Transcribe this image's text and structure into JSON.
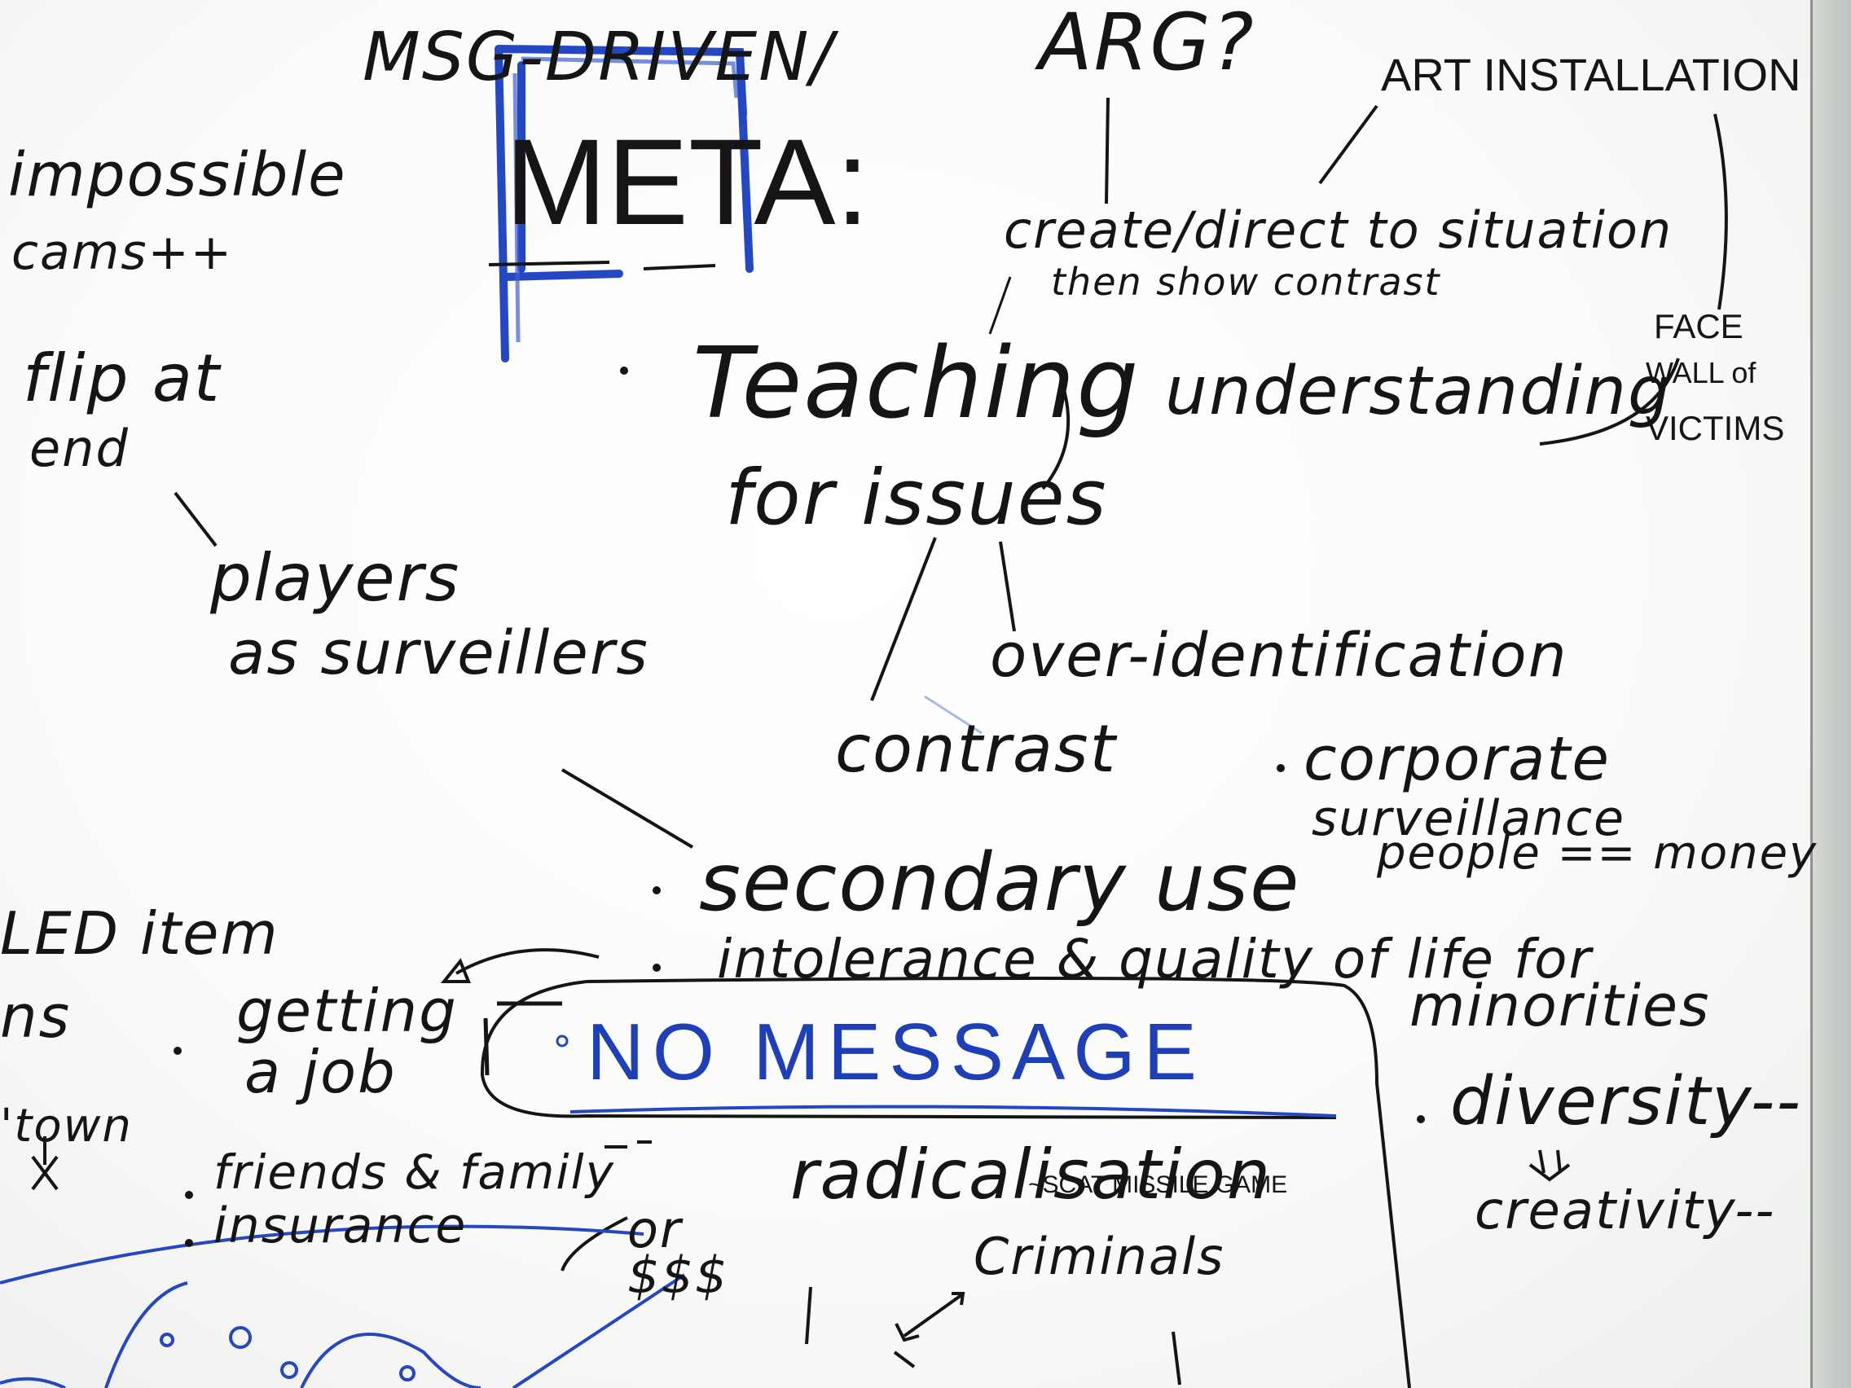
{
  "whiteboard": {
    "top": {
      "msg_driven": "MSG-DRIVEN/",
      "arg": "ARG?",
      "art_installation": "ART INSTALLATION",
      "meta": "META:"
    },
    "left_column": {
      "impossible_cams_1": "impossible",
      "impossible_cams_2": "cams++",
      "flip_at_end_1": "flip at",
      "flip_at_end_2": "end",
      "players_as_surveillers_1": "players",
      "players_as_surveillers_2": "as surveillers"
    },
    "top_right": {
      "create_direct": "create/direct to situation",
      "then_show_contrast": "then show contrast",
      "face_wall_1": "FACE",
      "face_wall_2": "WALL of",
      "face_wall_3": "VICTIMS"
    },
    "center": {
      "teaching": "Teaching",
      "understanding": "understanding",
      "for_issues": "for issues",
      "over_identification": "over-identification",
      "contrast": "contrast",
      "corporate": "corporate",
      "surveillance": "surveillance",
      "people_money": "people == money",
      "secondary_use": "secondary use",
      "intolerance": "intolerance & quality of life for",
      "minorities": "minorities",
      "no_message": "NO MESSAGE",
      "diversity": "diversity--",
      "creativity": "creativity--",
      "radicalisation": "radicalisation",
      "scat_missile_game": "~SCAT MISSILE GAME",
      "criminals": "Criminals",
      "or_money": "or $$$"
    },
    "bottom_left": {
      "led_item": "LED item",
      "ns": "ns",
      "getting": "getting",
      "a_job": "a job",
      "town": "'town",
      "friends_family": "friends & family",
      "insurance": "insurance"
    },
    "colors": {
      "black_ink": "#151515",
      "blue_ink": "#1f3fb8",
      "board": "#ffffff"
    }
  }
}
